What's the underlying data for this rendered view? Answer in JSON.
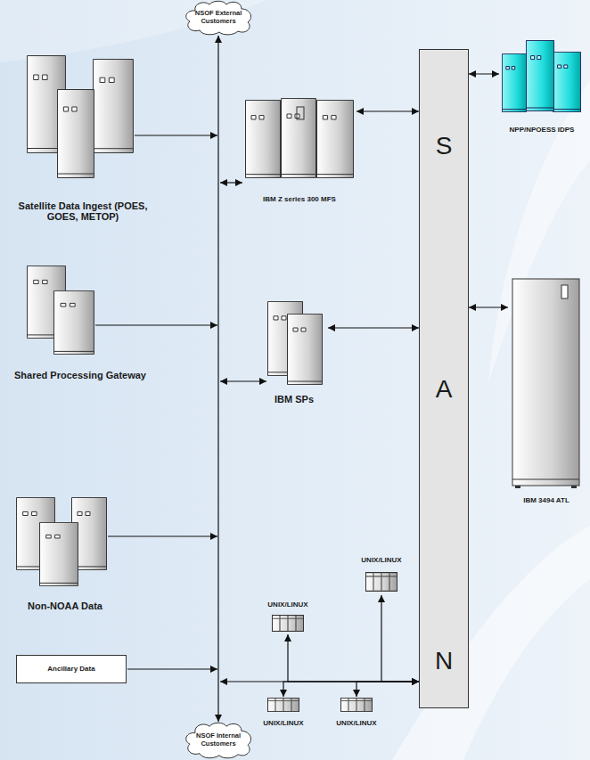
{
  "diagram": {
    "nodes": [
      {
        "text": [
          "NSOF External Customers"
        ]
      },
      {
        "text": [
          "Satellite Data Ingest (POES, GOES, METOP)"
        ]
      },
      {
        "text": [
          "IBM Z series 300 MFS"
        ]
      },
      {
        "text": [
          "S",
          "A",
          "N"
        ]
      },
      {
        "text": [
          "NPP/NPOESS IDPS"
        ]
      },
      {
        "text": [
          "Shared Processing Gateway"
        ]
      },
      {
        "text": [
          "IBM SPs"
        ]
      },
      {
        "text": [
          "IBM 3494 ATL"
        ]
      },
      {
        "text": [
          "Non-NOAA Data"
        ]
      },
      {
        "text": [
          "UNIX/LINUX"
        ]
      },
      {
        "text": [
          "UNIX/LINUX"
        ]
      },
      {
        "text": [
          "Ancillary Data"
        ]
      },
      {
        "text": [
          "UNIX/LINUX"
        ]
      },
      {
        "text": [
          "UNIX/LINUX"
        ]
      },
      {
        "text": [
          "NSOF Internal Customers"
        ]
      }
    ],
    "edges": [
      {
        "from": 0,
        "to": 14,
        "arrow": "both"
      },
      {
        "from": 2,
        "to": 3,
        "arrow": "both"
      },
      {
        "from": 3,
        "to": 4,
        "arrow": "both"
      },
      {
        "from": 6,
        "to": 3,
        "arrow": "both"
      },
      {
        "from": 3,
        "to": 7,
        "arrow": "both"
      },
      {
        "from": 9,
        "to": 3,
        "arrow": "both"
      },
      {
        "from": 10,
        "to": 3,
        "arrow": "both"
      },
      {
        "from": 12,
        "to": 3,
        "arrow": "both"
      },
      {
        "from": 13,
        "to": 3,
        "arrow": "both"
      }
    ]
  }
}
